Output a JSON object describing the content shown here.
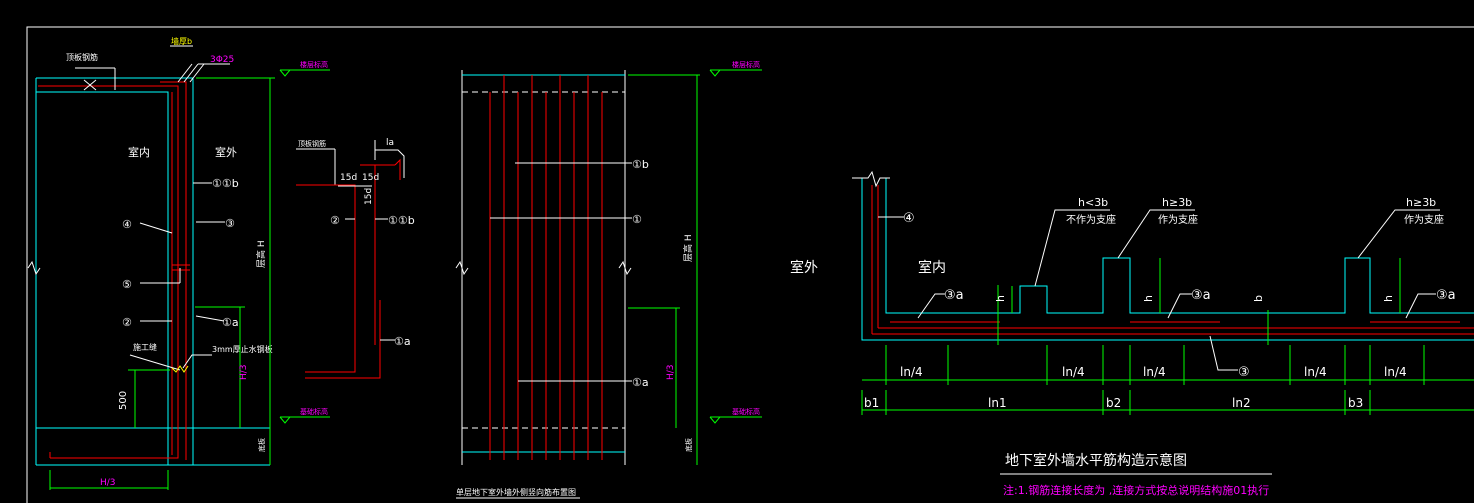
{
  "colors": {
    "background": "#000000",
    "frame": "#ffffff",
    "wall": "#00ffff",
    "rebar": "#ff0000",
    "dim": "#00ff00",
    "annot": "#ffff00",
    "note": "#ff00ff",
    "text": "#ffffff"
  },
  "left_section": {
    "label_top_rebar": "顶板钢筋",
    "label_wall_thick": "墙厚b",
    "label_bar_3phi25": "3Φ25",
    "label_indoor": "室内",
    "label_outdoor": "室外",
    "label_construction_joint": "施工缝",
    "label_water_stop": "3mm厚止水钢板",
    "dim_500": "500",
    "dim_h3_left": "H/3",
    "dim_h3_bottom": "H/3",
    "dim_height": "层高 H",
    "dim_bottom": "底板",
    "level_top": "楼层标高",
    "level_bottom": "基础标高",
    "callout_1_1b": "①①b",
    "callout_4": "④",
    "callout_3": "③",
    "callout_5": "⑤",
    "callout_2": "②",
    "callout_1a": "①a"
  },
  "detail": {
    "label_top_rebar": "顶板钢筋",
    "label_la": "la",
    "dim_15d_a": "15d",
    "dim_15d_b": "15d",
    "dim_15d_c": "15d",
    "callout_2": "②",
    "callout_1_1b": "①①b",
    "callout_1a": "①a"
  },
  "middle": {
    "callout_1b": "①b",
    "callout_1": "①",
    "callout_1a": "①a",
    "dim_height": "层高 H",
    "dim_h3": "H/3",
    "dim_bottom": "底板",
    "level_top": "楼层标高",
    "level_bottom": "基础标高",
    "caption": "单层地下室外墙外侧竖向筋布置图"
  },
  "right_plan": {
    "label_outdoor": "室外",
    "label_indoor": "室内",
    "callout_4": "④",
    "callout_3a_1": "③a",
    "callout_3a_2": "③a",
    "callout_3a_3": "③a",
    "callout_3": "③",
    "h_lt_3b": "h<3b",
    "not_support": "不作为支座",
    "h_ge_3b_1": "h≥3b",
    "as_support_1": "作为支座",
    "h_ge_3b_2": "h≥3b",
    "as_support_2": "作为支座",
    "label_h1": "h",
    "label_h2": "h",
    "label_h3": "h",
    "label_b": "b",
    "ln4_1": "ln/4",
    "ln4_2": "ln/4",
    "ln4_3": "ln/4",
    "ln4_4": "ln/4",
    "ln4_5": "ln/4",
    "b1": "b1",
    "b2": "b2",
    "b3": "b3",
    "ln1": "ln1",
    "ln2": "ln2",
    "title": "地下室外墙水平筋构造示意图",
    "note": "注:1.钢筋连接长度为    ,连接方式按总说明结构施01执行"
  }
}
